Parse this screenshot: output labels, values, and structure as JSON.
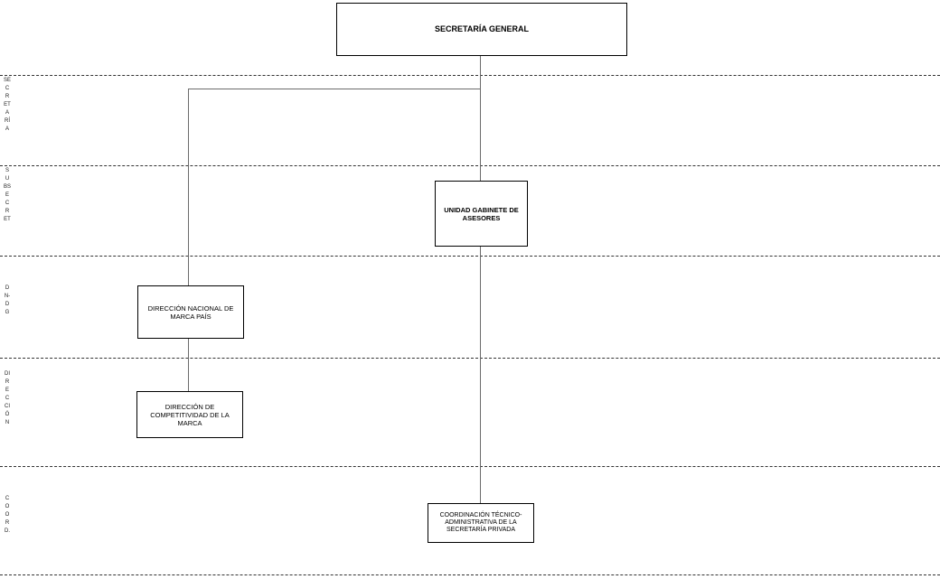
{
  "levels": [
    {
      "id": "secretaria",
      "label": "SECRETARÍA"
    },
    {
      "id": "subsecretaria",
      "label": "SUBSECRET"
    },
    {
      "id": "dn-dg",
      "label": "DN-DG"
    },
    {
      "id": "direccion",
      "label": "DIRECCIÓN"
    },
    {
      "id": "coordinacion",
      "label": "COORD."
    }
  ],
  "units": {
    "secretaria_general": "SECRETARÍA GENERAL",
    "gabinete_asesores": "UNIDAD GABINETE DE ASESORES",
    "marca_pais": "DIRECCIÓN NACIONAL DE MARCA PAÍS",
    "competitividad_marca": "DIRECCIÓN DE COMPETITIVIDAD DE LA MARCA",
    "coordinacion_tecnico": "COORDINACIÓN TÉCNICO-ADMINISTRATIVA DE LA SECRETARÍA PRIVADA"
  },
  "colors": {
    "connector": "#6b6b6b",
    "border": "#000000",
    "divider": "#333333"
  }
}
